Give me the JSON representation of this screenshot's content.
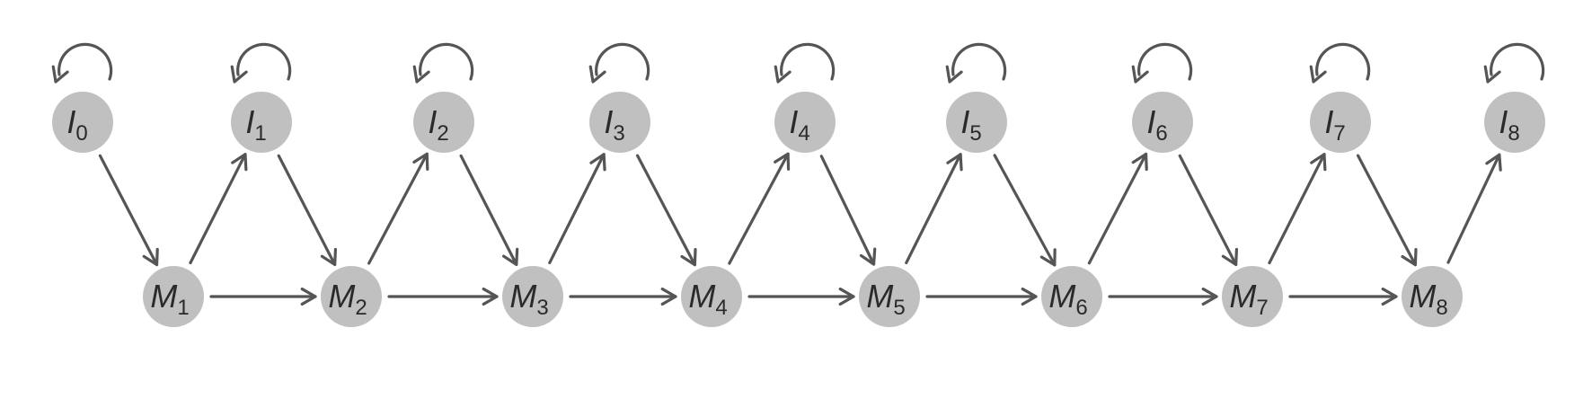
{
  "diagram": {
    "node_color": "#c0c0c0",
    "edge_color": "#555555",
    "text_color": "#2a2a2a",
    "nodes": [
      {
        "id": "I0",
        "letter": "I",
        "sub": "0"
      },
      {
        "id": "I1",
        "letter": "I",
        "sub": "1"
      },
      {
        "id": "I2",
        "letter": "I",
        "sub": "2"
      },
      {
        "id": "I3",
        "letter": "I",
        "sub": "3"
      },
      {
        "id": "I4",
        "letter": "I",
        "sub": "4"
      },
      {
        "id": "I5",
        "letter": "I",
        "sub": "5"
      },
      {
        "id": "I6",
        "letter": "I",
        "sub": "6"
      },
      {
        "id": "I7",
        "letter": "I",
        "sub": "7"
      },
      {
        "id": "I8",
        "letter": "I",
        "sub": "8"
      },
      {
        "id": "M1",
        "letter": "M",
        "sub": "1"
      },
      {
        "id": "M2",
        "letter": "M",
        "sub": "2"
      },
      {
        "id": "M3",
        "letter": "M",
        "sub": "3"
      },
      {
        "id": "M4",
        "letter": "M",
        "sub": "4"
      },
      {
        "id": "M5",
        "letter": "M",
        "sub": "5"
      },
      {
        "id": "M6",
        "letter": "M",
        "sub": "6"
      },
      {
        "id": "M7",
        "letter": "M",
        "sub": "7"
      },
      {
        "id": "M8",
        "letter": "M",
        "sub": "8"
      }
    ],
    "edges": [
      {
        "from": "I0",
        "to": "I0"
      },
      {
        "from": "I1",
        "to": "I1"
      },
      {
        "from": "I2",
        "to": "I2"
      },
      {
        "from": "I3",
        "to": "I3"
      },
      {
        "from": "I4",
        "to": "I4"
      },
      {
        "from": "I5",
        "to": "I5"
      },
      {
        "from": "I6",
        "to": "I6"
      },
      {
        "from": "I7",
        "to": "I7"
      },
      {
        "from": "I8",
        "to": "I8"
      },
      {
        "from": "I0",
        "to": "M1"
      },
      {
        "from": "I1",
        "to": "M2"
      },
      {
        "from": "I2",
        "to": "M3"
      },
      {
        "from": "I3",
        "to": "M4"
      },
      {
        "from": "I4",
        "to": "M5"
      },
      {
        "from": "I5",
        "to": "M6"
      },
      {
        "from": "I6",
        "to": "M7"
      },
      {
        "from": "I7",
        "to": "M8"
      },
      {
        "from": "M1",
        "to": "I1"
      },
      {
        "from": "M2",
        "to": "I2"
      },
      {
        "from": "M3",
        "to": "I3"
      },
      {
        "from": "M4",
        "to": "I4"
      },
      {
        "from": "M5",
        "to": "I5"
      },
      {
        "from": "M6",
        "to": "I6"
      },
      {
        "from": "M7",
        "to": "I7"
      },
      {
        "from": "M8",
        "to": "I8"
      },
      {
        "from": "M1",
        "to": "M2"
      },
      {
        "from": "M2",
        "to": "M3"
      },
      {
        "from": "M3",
        "to": "M4"
      },
      {
        "from": "M4",
        "to": "M5"
      },
      {
        "from": "M5",
        "to": "M6"
      },
      {
        "from": "M6",
        "to": "M7"
      },
      {
        "from": "M7",
        "to": "M8"
      }
    ]
  }
}
